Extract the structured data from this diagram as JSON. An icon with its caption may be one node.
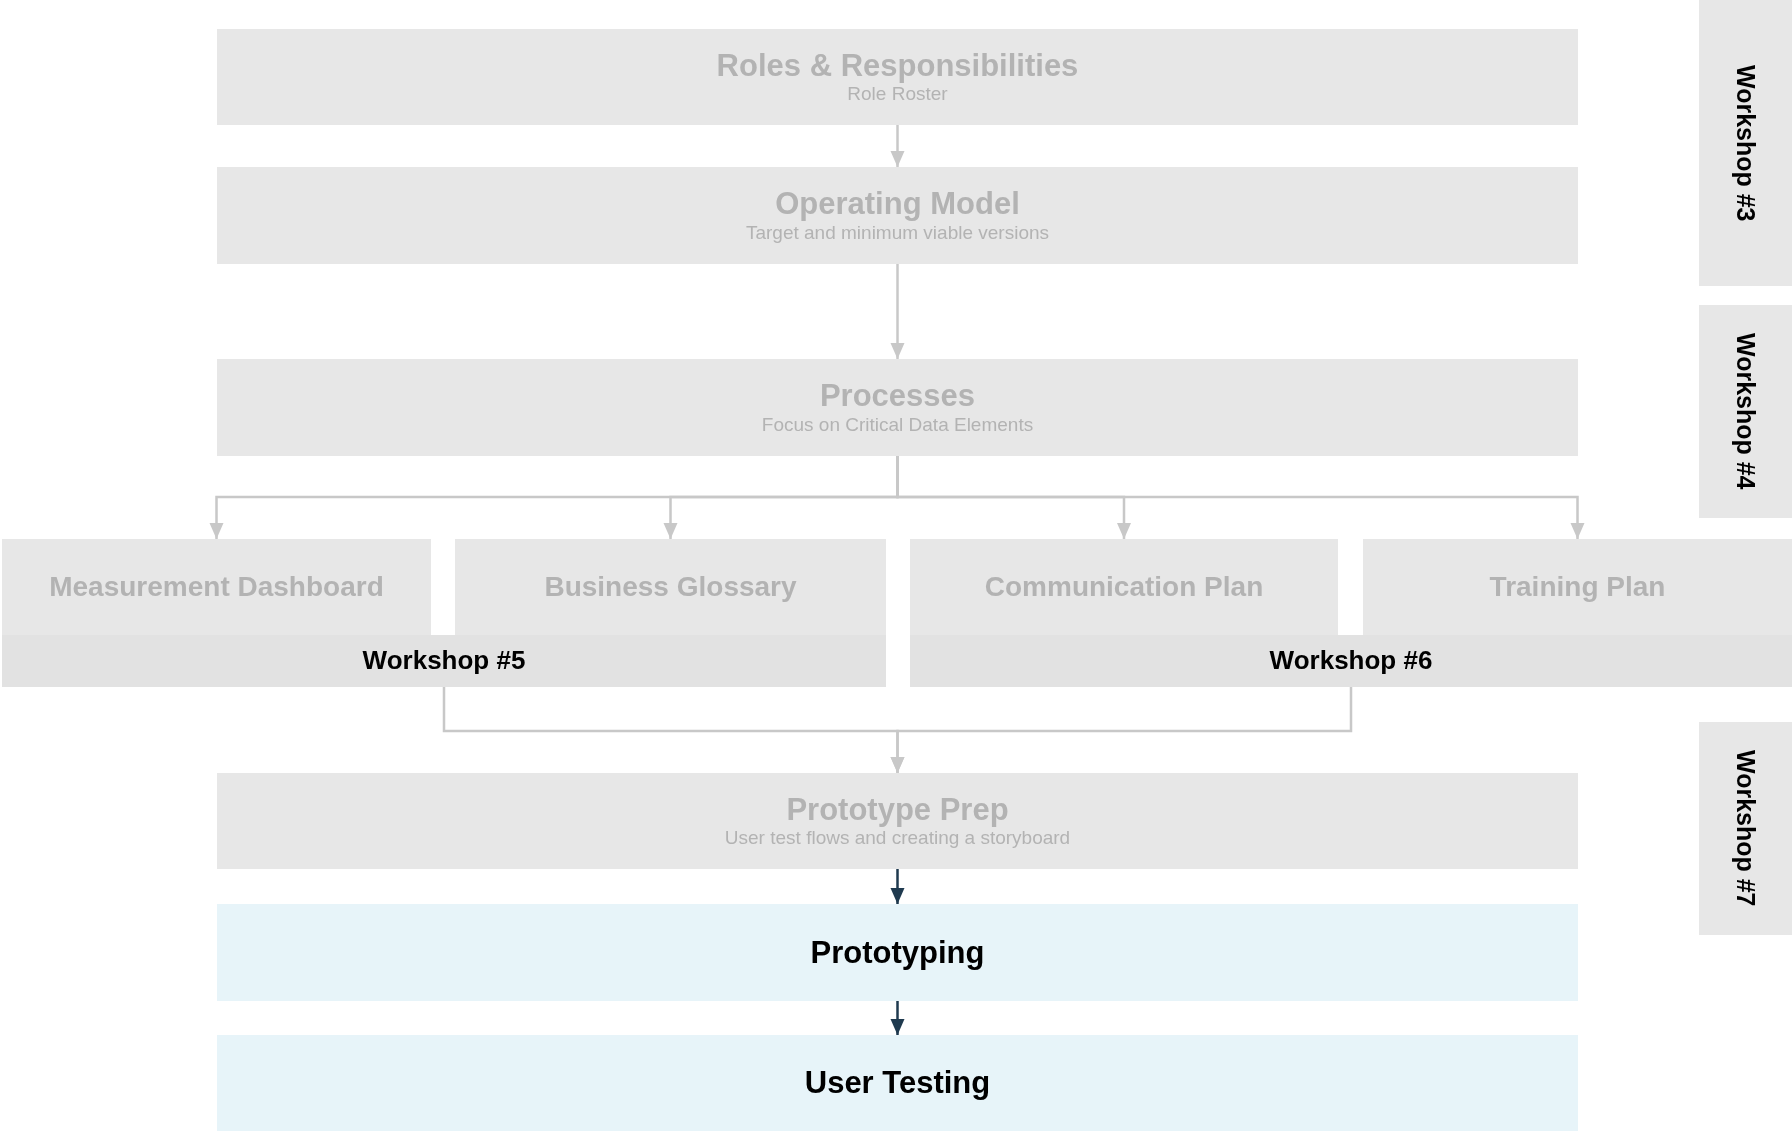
{
  "diagram": {
    "nodes": [
      {
        "text": [
          "Roles & Responsibilities",
          "Role Roster"
        ]
      },
      {
        "text": [
          "Operating Model",
          "Target and minimum viable versions"
        ]
      },
      {
        "text": [
          "Processes",
          "Focus on Critical Data Elements"
        ]
      },
      {
        "text": [
          "Measurement Dashboard"
        ]
      },
      {
        "text": [
          "Business Glossary"
        ]
      },
      {
        "text": [
          "Communication Plan"
        ]
      },
      {
        "text": [
          "Training Plan"
        ]
      },
      {
        "text": [
          "Workshop #5"
        ]
      },
      {
        "text": [
          "Workshop #6"
        ]
      },
      {
        "text": [
          "Prototype Prep",
          "User test flows and creating a storyboard"
        ]
      },
      {
        "text": [
          "Prototyping"
        ]
      },
      {
        "text": [
          "User Testing"
        ]
      },
      {
        "text": [
          "Workshop #3"
        ]
      },
      {
        "text": [
          "Workshop #4"
        ]
      },
      {
        "text": [
          "Workshop #7"
        ]
      }
    ],
    "edges": [
      {
        "from": 0,
        "to": 1,
        "arrow": "to"
      },
      {
        "from": 1,
        "to": 2,
        "arrow": "to"
      },
      {
        "from": 2,
        "to": 3,
        "arrow": "to"
      },
      {
        "from": 2,
        "to": 4,
        "arrow": "to"
      },
      {
        "from": 2,
        "to": 5,
        "arrow": "to"
      },
      {
        "from": 2,
        "to": 6,
        "arrow": "to"
      },
      {
        "from": 7,
        "to": 9,
        "arrow": "to"
      },
      {
        "from": 8,
        "to": 9,
        "arrow": "to"
      },
      {
        "from": 9,
        "to": 10,
        "arrow": "to",
        "color": "#1f3a4f"
      },
      {
        "from": 10,
        "to": 11,
        "arrow": "to",
        "color": "#1f3a4f"
      }
    ]
  }
}
